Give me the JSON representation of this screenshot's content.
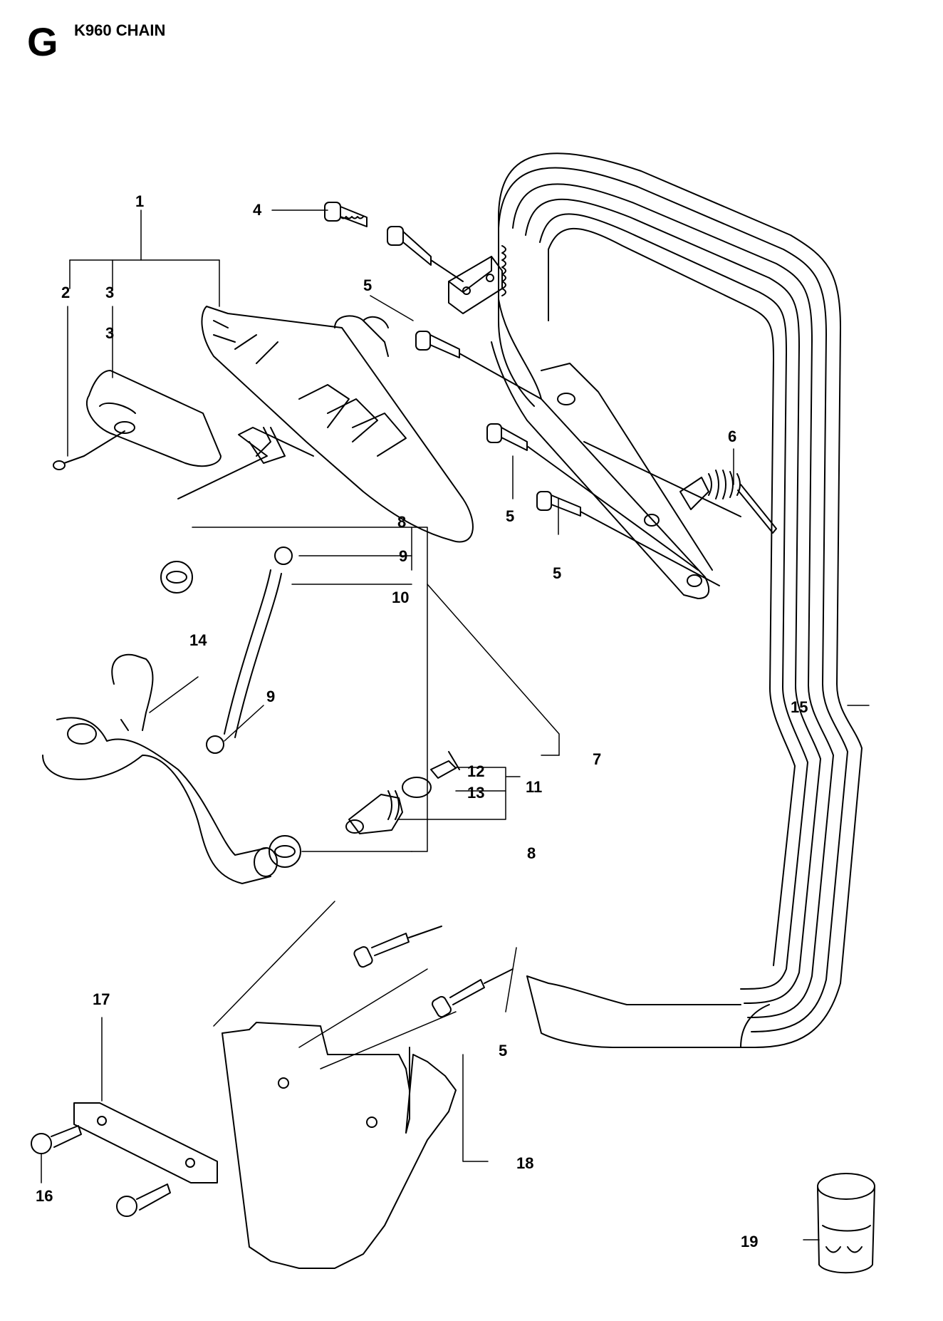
{
  "header": {
    "section_letter": "G",
    "title": "K960 CHAIN"
  },
  "callouts": {
    "c1": "1",
    "c2": "2",
    "c3a": "3",
    "c3b": "3",
    "c4": "4",
    "c5a": "5",
    "c5b": "5",
    "c5c": "5",
    "c5d": "5",
    "c6": "6",
    "c7": "7",
    "c8a": "8",
    "c8b": "8",
    "c9a": "9",
    "c9b": "9",
    "c10": "10",
    "c11": "11",
    "c12": "12",
    "c13": "13",
    "c14": "14",
    "c15": "15",
    "c16": "16",
    "c17": "17",
    "c18": "18",
    "c19": "19"
  }
}
